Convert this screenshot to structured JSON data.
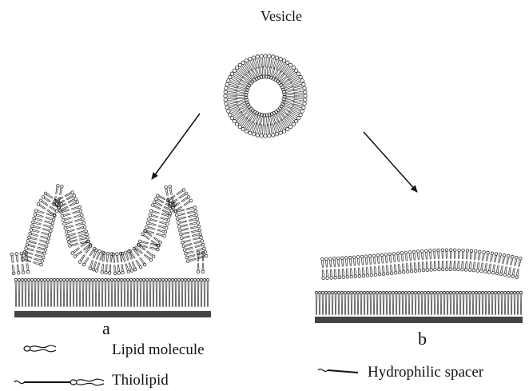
{
  "diagram": {
    "title": "Vesicle",
    "panel_a": "a",
    "panel_b": "b",
    "legend": {
      "lipid": "Lipid molecule",
      "thiolipid": "Thiolipid",
      "spacer": "Hydrophilic spacer"
    }
  },
  "colors": {
    "ink": "#111111",
    "substrate": "#444444",
    "background": "#ffffff"
  }
}
